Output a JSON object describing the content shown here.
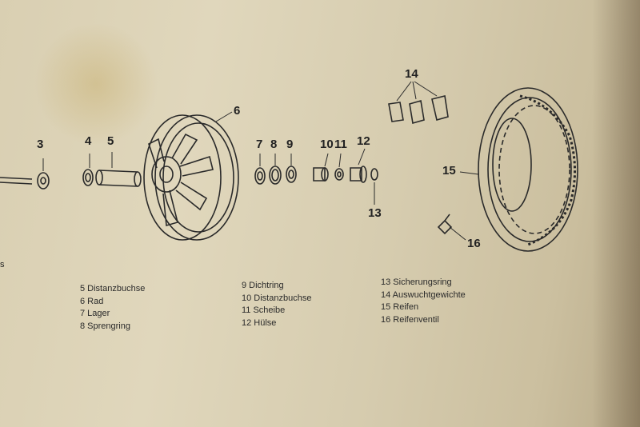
{
  "callouts": {
    "n3": "3",
    "n4": "4",
    "n5": "5",
    "n6": "6",
    "n7": "7",
    "n8": "8",
    "n9": "9",
    "n10": "10",
    "n11": "11",
    "n12": "12",
    "n13": "13",
    "n14": "14",
    "n15": "15",
    "n16": "16"
  },
  "left_fragment": "s",
  "legend": {
    "col1": [
      "5 Distanzbuchse",
      "6 Rad",
      "7 Lager",
      "8 Sprengring"
    ],
    "col2": [
      "9 Dichtring",
      "10 Distanzbuchse",
      "11 Scheibe",
      "12 Hülse"
    ],
    "col3": [
      "13 Sicherungsring",
      "14 Auswuchtgewichte",
      "15 Reifen",
      "16 Reifenventil"
    ]
  }
}
